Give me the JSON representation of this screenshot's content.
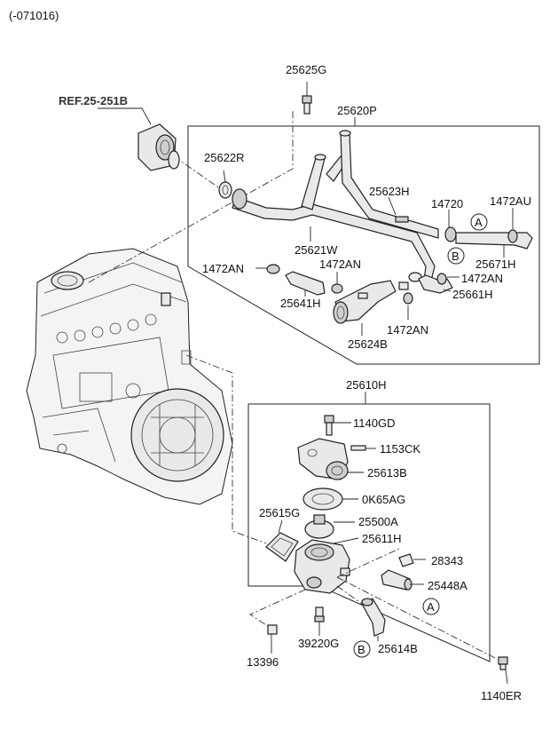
{
  "header": {
    "date_code": "(-071016)"
  },
  "reference": {
    "label": "REF.25-251B"
  },
  "circle_markers": {
    "a": "A",
    "b": "B"
  },
  "labels": {
    "p25625G": "25625G",
    "p25620P": "25620P",
    "p25622R": "25622R",
    "p25623H": "25623H",
    "p14720": "14720",
    "p1472AU": "1472AU",
    "p25621W": "25621W",
    "p25671H": "25671H",
    "p1472AN_left": "1472AN",
    "p1472AN_mid": "1472AN",
    "p1472AN_right": "1472AN",
    "p1472AN_bottom": "1472AN",
    "p25641H": "25641H",
    "p25661H": "25661H",
    "p25624B": "25624B",
    "p25610H": "25610H",
    "p1140GD": "1140GD",
    "p1153CK": "1153CK",
    "p25613B": "25613B",
    "p0K65AG": "0K65AG",
    "p25615G": "25615G",
    "p25500A": "25500A",
    "p25611H": "25611H",
    "p28343": "28343",
    "p25448A": "25448A",
    "p39220G": "39220G",
    "p25614B": "25614B",
    "p13396": "13396",
    "p1140ER": "1140ER"
  }
}
